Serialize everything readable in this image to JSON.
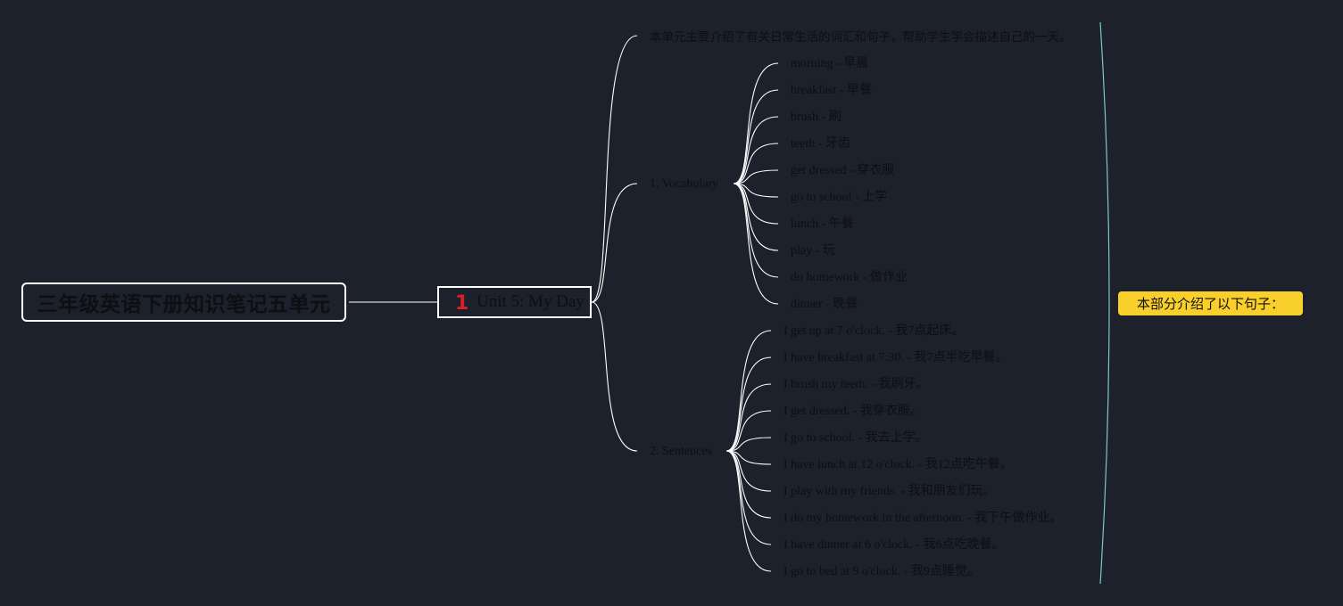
{
  "root": {
    "title": "三年级英语下册知识笔记五单元"
  },
  "unit": {
    "number": "1",
    "label": "Unit 5: My Day"
  },
  "intro": "本单元主要介绍了有关日常生活的词汇和句子，帮助学生学会描述自己的一天。",
  "vocabulary": {
    "label": "1. Vocabulary",
    "items": [
      "morning - 早晨",
      "breakfast - 早餐",
      "brush - 刷",
      "teeth - 牙齿",
      "get dressed - 穿衣服",
      "go to school - 上学",
      "lunch - 午餐",
      "play - 玩",
      "do homework - 做作业",
      "dinner - 晚餐"
    ]
  },
  "sentences": {
    "label": "2. Sentences",
    "items": [
      "I get up at 7 o'clock. - 我7点起床。",
      "I have breakfast at 7:30. - 我7点半吃早餐。",
      "I brush my teeth. - 我刷牙。",
      "I get dressed. - 我穿衣服。",
      "I go to school. - 我去上学。",
      "I have lunch at 12 o'clock. - 我12点吃午餐。",
      "I play with my friends. - 我和朋友们玩。",
      "I do my homework in the afternoon. - 我下午做作业。",
      "I have dinner at 6 o'clock. - 我6点吃晚餐。",
      "I go to bed at 9 o'clock. - 我9点睡觉。"
    ]
  },
  "summary": {
    "label": "本部分介绍了以下句子："
  },
  "colors": {
    "background": "#1c212b",
    "connector": "#ffffff",
    "bracket": "#7fc8c0",
    "summary_fill": "#f9d02b",
    "number_accent": "#d8202a"
  }
}
